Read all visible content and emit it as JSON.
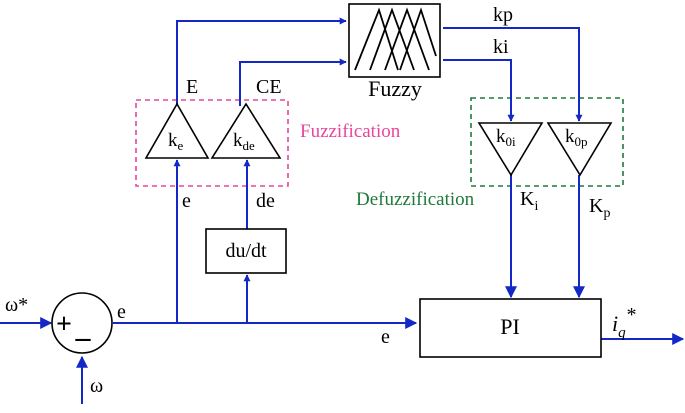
{
  "colors": {
    "wire": "#1428c8",
    "fuzzification_box": "#e8469c",
    "defuzzification_box": "#1f7a3a",
    "block": "#000000"
  },
  "inputs": {
    "speed_ref": "ω*",
    "speed": "ω"
  },
  "summer": {
    "plus": "+",
    "minus": "–"
  },
  "signals": {
    "error_after_summer": "e",
    "error_to_pi": "e",
    "error_to_gain": "e",
    "derivative_out": "de",
    "scaled_error": "E",
    "scaled_change": "CE",
    "kp_out": "kp",
    "ki_out": "ki",
    "gain_i": {
      "main": "K",
      "sub": "i"
    },
    "gain_p": {
      "main": "K",
      "sub": "p"
    },
    "output": {
      "main": "i",
      "sub": "q",
      "sup": "*"
    }
  },
  "blocks": {
    "fuzzy": "Fuzzy",
    "derivative": "du/dt",
    "pi": "PI"
  },
  "gains": {
    "ke": {
      "main": "k",
      "sub": "e"
    },
    "kde": {
      "main": "k",
      "sub": "de"
    },
    "k0i": {
      "main": "k",
      "sub": "0i"
    },
    "k0p": {
      "main": "k",
      "sub": "0p"
    }
  },
  "stages": {
    "fuzzification": "Fuzzification",
    "defuzzification": "Defuzzification"
  }
}
